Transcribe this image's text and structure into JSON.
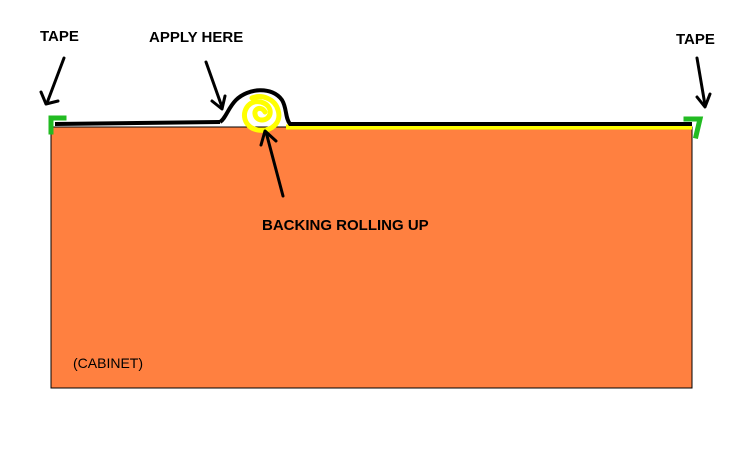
{
  "labels": {
    "tape_left": "TAPE",
    "apply_here": "APPLY HERE",
    "tape_right": "TAPE",
    "backing_rolling_up": "BACKING ROLLING UP",
    "cabinet": "(CABINET)"
  },
  "colors": {
    "cabinet_fill": "#ff8040",
    "cabinet_outline": "#000000",
    "film_line": "#000000",
    "backing": "#ffff00",
    "tape": "#22bb22",
    "arrow": "#000000"
  },
  "icons": {
    "tape_mark": "tape-corner-icon",
    "backing_roll": "spiral-roll-icon",
    "arrow": "arrow-icon"
  }
}
